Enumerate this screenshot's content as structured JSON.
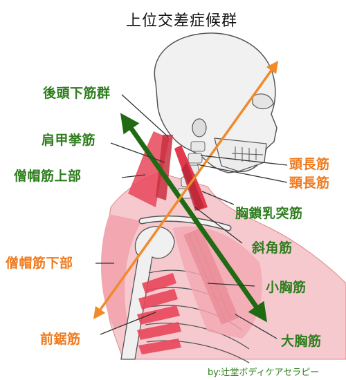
{
  "title": "上位交差症候群",
  "labels": {
    "suboccipital": "後頭下筋群",
    "levator": "肩甲挙筋",
    "upper_trap": "僧帽筋上部",
    "lower_trap": "僧帽筋下部",
    "serratus": "前鋸筋",
    "longus_capitis": "頭長筋",
    "longus_colli": "頸長筋",
    "scm": "胸鎖乳突筋",
    "scalene": "斜角筋",
    "pec_minor": "小胸筋",
    "pec_major": "大胸筋"
  },
  "credit": "by:辻堂ボディケアセラピー",
  "colors": {
    "tight": "#2e7d1e",
    "weak": "#f07a1e",
    "green_arrow": "#1f6a12",
    "orange_arrow": "#f08a2a",
    "muscle": "#e8475a"
  }
}
